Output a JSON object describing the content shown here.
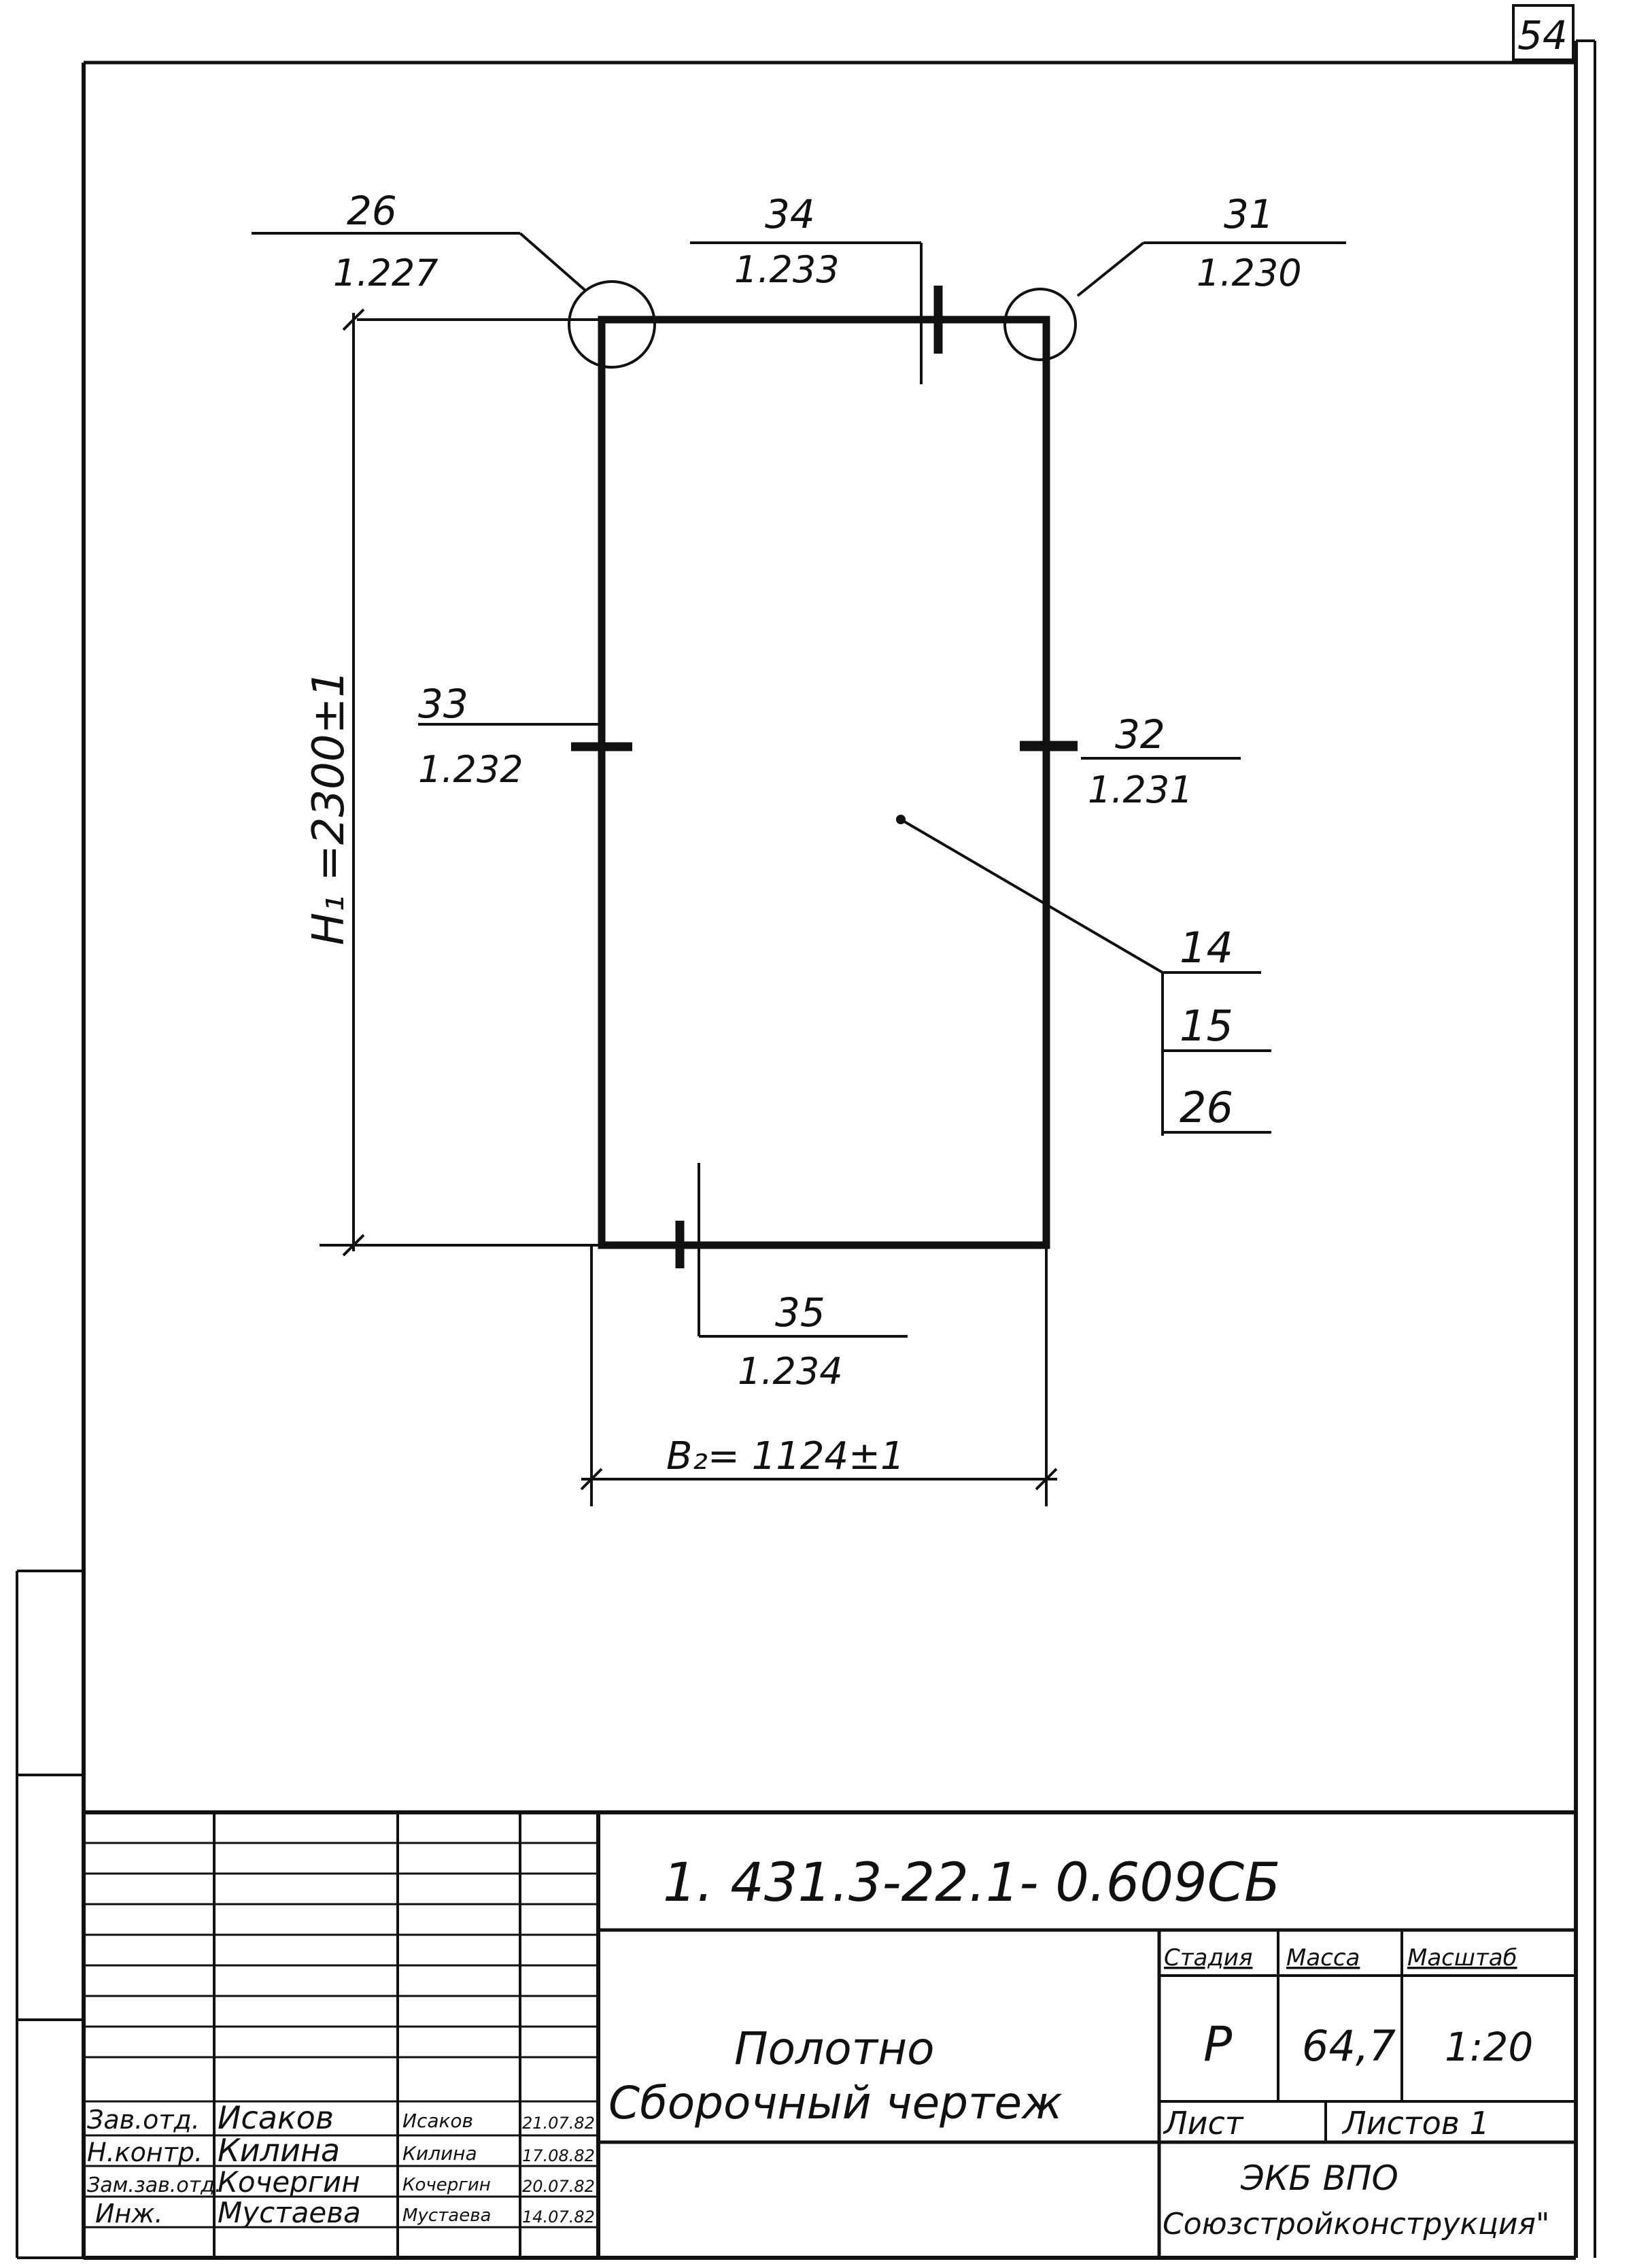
{
  "page_number": "54",
  "callouts": {
    "top_left": {
      "top": "26",
      "bottom": "1.227"
    },
    "top_mid": {
      "top": "34",
      "bottom": "1.233"
    },
    "top_right": {
      "top": "31",
      "bottom": "1.230"
    },
    "left_mid": {
      "top": "33",
      "bottom": "1.232"
    },
    "right_mid": {
      "top": "32",
      "bottom": "1.231"
    },
    "bottom": {
      "top": "35",
      "bottom": "1.234"
    },
    "stack": [
      "14",
      "15",
      "26"
    ]
  },
  "dimensions": {
    "height": "H₁ =2300±1",
    "width": "B₂= 1124±1"
  },
  "title_block": {
    "designation": "1. 431.3-22.1- 0.609СБ",
    "name_line1": "Полотно",
    "name_line2": "Сборочный чертеж",
    "stage_header": "Стадия",
    "mass_header": "Масса",
    "scale_header": "Масштаб",
    "stage": "Р",
    "mass": "64,7",
    "scale": "1:20",
    "sheet_label": "Лист",
    "sheets_label": "Листов 1",
    "org_line1": "ЭКБ ВПО",
    "org_line2": "Союзстройконструкция\"",
    "staff": [
      {
        "role": "Зав.отд.",
        "name": "Исаков",
        "signature": "Исаков",
        "date": "21.07.82"
      },
      {
        "role": "Н.контр.",
        "name": "Килина",
        "signature": "Килина",
        "date": "17.08.82"
      },
      {
        "role": "Зам.зав.отд.",
        "name": "Кочергин",
        "signature": "Кочергин",
        "date": "20.07.82"
      },
      {
        "role": "Инж.",
        "name": "Мустаева",
        "signature": "Мустаева",
        "date": "14.07.82"
      }
    ]
  }
}
